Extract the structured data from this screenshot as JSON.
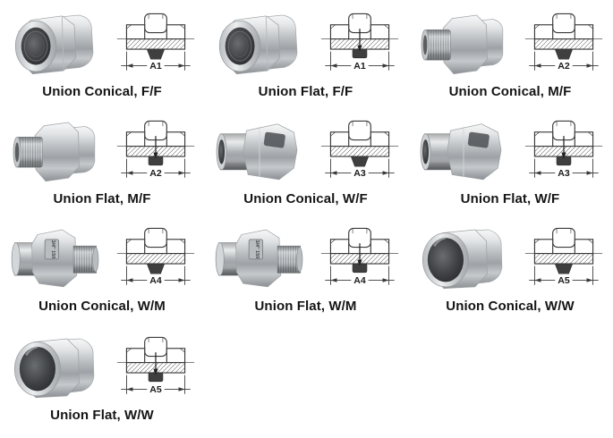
{
  "page": {
    "background": "#ffffff",
    "description": "Stainless steel pipe union fittings catalog sheet: product photo, dimensioned cross-section drawing and name for each union type"
  },
  "catalog": {
    "items": [
      {
        "label": "Union Conical, F/F",
        "dimension_label": "A1",
        "seat_style": "conical",
        "ends": "F/F"
      },
      {
        "label": "Union Flat, F/F",
        "dimension_label": "A1",
        "seat_style": "flat",
        "ends": "F/F"
      },
      {
        "label": "Union Conical, M/F",
        "dimension_label": "A2",
        "seat_style": "conical",
        "ends": "M/F"
      },
      {
        "label": "Union Flat, M/F",
        "dimension_label": "A2",
        "seat_style": "flat",
        "ends": "M/F"
      },
      {
        "label": "Union Conical, W/F",
        "dimension_label": "A3",
        "seat_style": "conical",
        "ends": "W/F"
      },
      {
        "label": "Union Flat, W/F",
        "dimension_label": "A3",
        "seat_style": "flat",
        "ends": "W/F"
      },
      {
        "label": "Union Conical, W/M",
        "dimension_label": "A4",
        "seat_style": "conical",
        "ends": "W/M",
        "stamp": "3/4\" 150"
      },
      {
        "label": "Union Flat, W/M",
        "dimension_label": "A4",
        "seat_style": "flat",
        "ends": "W/M",
        "stamp": "3/4\" 150"
      },
      {
        "label": "Union Conical, W/W",
        "dimension_label": "A5",
        "seat_style": "conical",
        "ends": "W/W"
      },
      {
        "label": "Union Flat, W/W",
        "dimension_label": "A5",
        "seat_style": "flat",
        "ends": "W/W"
      }
    ]
  },
  "colors": {
    "label_text": "#151515",
    "drawing_stroke": "#3a3a3a",
    "metal_light": "#f7f8f8",
    "metal_dark": "#8b8f93",
    "bore_dark": "#232527",
    "background": "#ffffff"
  }
}
